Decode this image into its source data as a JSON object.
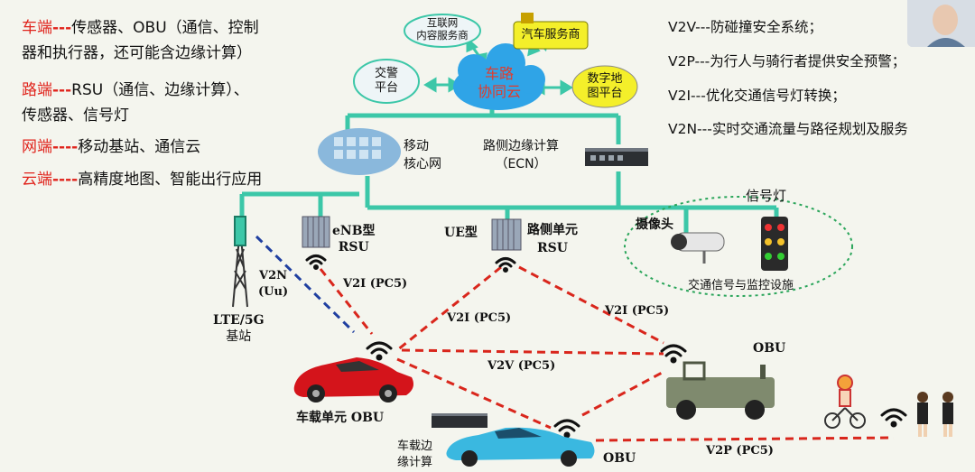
{
  "legend": {
    "car_end_title": "车端",
    "car_end_sep": "---",
    "car_end_text1": "传感器、OBU（通信、控制",
    "car_end_text2": "器和执行器，还可能含边缘计算）",
    "road_end_title": "路端",
    "road_end_sep": "---",
    "road_end_text1": "RSU（通信、边缘计算）、",
    "road_end_text2": "传感器、信号灯",
    "net_end_title": "网端",
    "net_end_sep": "----",
    "net_end_text": "移动基站、通信云",
    "cloud_end_title": "云端",
    "cloud_end_sep": "----",
    "cloud_end_text": "高精度地图、智能出行应用"
  },
  "v2x": {
    "v2v": "V2V---防碰撞安全系统；",
    "v2p": "V2P---为行人与骑行者提供安全预警；",
    "v2i": "V2I---优化交通信号灯转换；",
    "v2n": "V2N---实时交通流量与路径规划及服务"
  },
  "cloud": {
    "center_line1": "车路",
    "center_line2": "协同云",
    "internet_line1": "互联网",
    "internet_line2": "内容服务商",
    "auto_service": "汽车服务商",
    "traffic_police_line1": "交警",
    "traffic_police_line2": "平台",
    "digital_map_line1": "数字地",
    "digital_map_line2": "图平台"
  },
  "nodes": {
    "mobile_core_line1": "移动",
    "mobile_core_line2": "核心网",
    "ecn_line1": "路侧边缘计算",
    "ecn_line2": "（ECN）",
    "enb_line1": "eNB型",
    "enb_line2": "RSU",
    "ue_line1": "UE型",
    "ue_line2": "路侧单元",
    "ue_line3": "RSU",
    "camera": "摄像头",
    "signal_light": "信号灯",
    "traffic_facility": "交通信号与监控设施",
    "lte_line1": "LTE/5G",
    "lte_line2": "基站",
    "obu_car": "车载单元 OBU",
    "obu_jeep": "OBU",
    "obu_blue": "OBU",
    "edge_line1": "车载边",
    "edge_line2": "缘计算"
  },
  "links": {
    "v2n_line1": "V2N",
    "v2n_line2": "(Uu)",
    "v2i_1": "V2I (PC5)",
    "v2i_2": "V2I (PC5)",
    "v2i_3": "V2I (PC5)",
    "v2v": "V2V (PC5)",
    "v2p": "V2P (PC5)"
  },
  "colors": {
    "accent_red": "#e0241c",
    "link_green": "#3cc7a8",
    "cloud_blue": "#2fa4e7",
    "dash_red": "#d9261c",
    "dash_blue": "#1f3fa0",
    "dotted_green": "#2aa55a"
  }
}
